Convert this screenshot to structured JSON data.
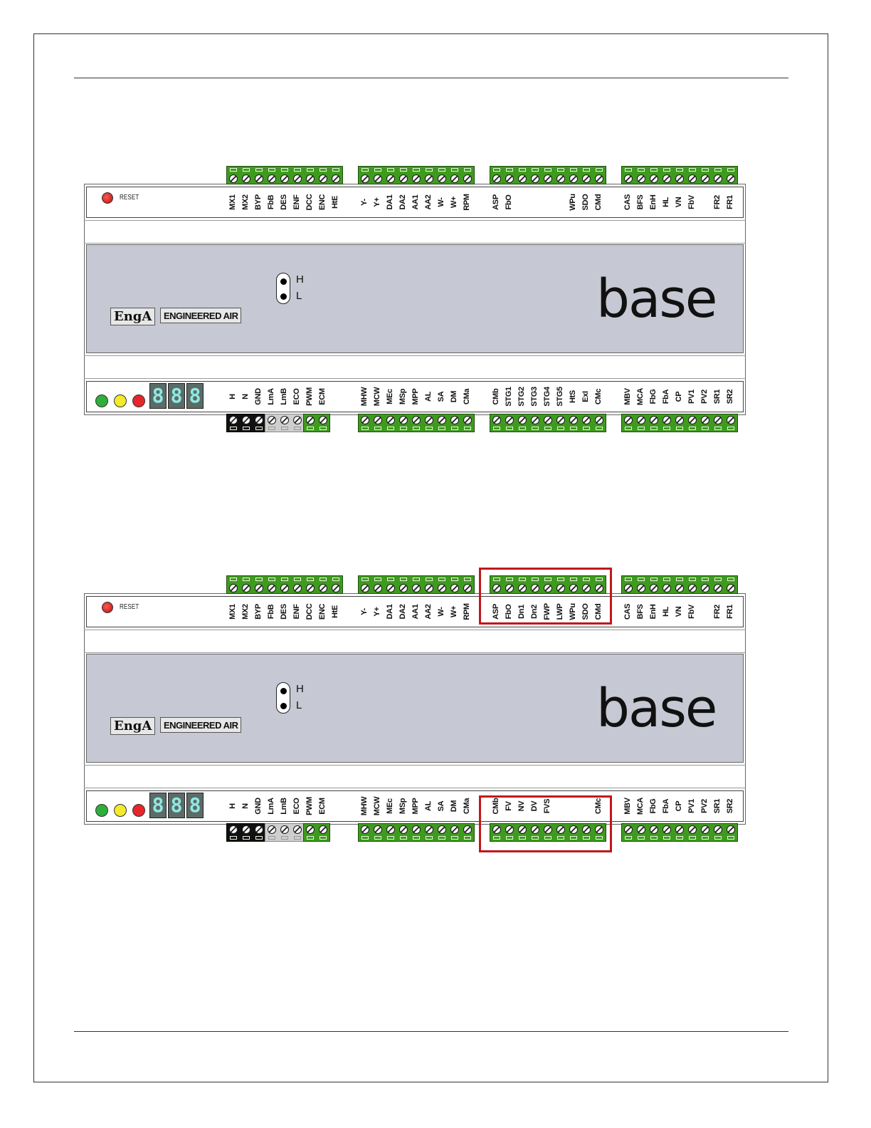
{
  "reset_label": "RESET",
  "jumper": {
    "high": "H",
    "low": "L"
  },
  "logo": {
    "enga": "EngA",
    "engineered_air": "ENGINEERED AIR"
  },
  "brand": "base",
  "display_digits": [
    "8",
    "8",
    "8"
  ],
  "leds": [
    {
      "name": "green-led",
      "color": "#2fae3a"
    },
    {
      "name": "yellow-led",
      "color": "#f2ea2a"
    },
    {
      "name": "red-led",
      "color": "#e6262b"
    }
  ],
  "boards": [
    {
      "top_groups": [
        [
          "MX1",
          "MX2",
          "BYP",
          "FbB",
          "DES",
          "ENF",
          "DCC",
          "ENC",
          "HtE"
        ],
        [
          "Y-",
          "Y+",
          "DA1",
          "DA2",
          "AA1",
          "AA2",
          "W-",
          "W+",
          "RPM"
        ],
        [
          "ASP",
          "FbO",
          "",
          "",
          "",
          "",
          "WPu",
          "SDO",
          "CMd"
        ],
        [
          "CAS",
          "BFS",
          "EnH",
          "HL",
          "VN",
          "FbV",
          "",
          "FR2",
          "FR1"
        ]
      ],
      "bottom_groups": [
        [
          "H",
          "N",
          "GND"
        ],
        [
          "LmA",
          "LmB",
          "ECO"
        ],
        [
          "PWM",
          "ECM"
        ],
        [
          "MHW",
          "MCW",
          "MEc",
          "MSp",
          "MPP",
          "AL",
          "SA",
          "DM",
          "CMa"
        ],
        [
          "CMb",
          "STG1",
          "STG2",
          "STG3",
          "STG4",
          "STG5",
          "HtS",
          "ExI",
          "CMc"
        ],
        [
          "MBV",
          "MCA",
          "FbG",
          "FbA",
          "CP",
          "PV1",
          "PV2",
          "SR1",
          "SR2"
        ]
      ]
    },
    {
      "top_groups": [
        [
          "MX1",
          "MX2",
          "BYP",
          "FbB",
          "DES",
          "ENF",
          "DCC",
          "ENC",
          "HtE"
        ],
        [
          "Y-",
          "Y+",
          "DA1",
          "DA2",
          "AA1",
          "AA2",
          "W-",
          "W+",
          "RPM"
        ],
        [
          "ASP",
          "FbO",
          "Dn1",
          "Dn2",
          "FWP",
          "LWP",
          "WPu",
          "SDO",
          "CMd"
        ],
        [
          "CAS",
          "BFS",
          "EnH",
          "HL",
          "VN",
          "FbV",
          "",
          "FR2",
          "FR1"
        ]
      ],
      "bottom_groups": [
        [
          "H",
          "N",
          "GND"
        ],
        [
          "LmA",
          "LmB",
          "ECO"
        ],
        [
          "PWM",
          "ECM"
        ],
        [
          "MHW",
          "MCW",
          "MEc",
          "MSp",
          "MPP",
          "AL",
          "SA",
          "DM",
          "CMa"
        ],
        [
          "CMb",
          "FV",
          "NV",
          "DV",
          "FVS",
          "",
          "",
          "",
          "CMc"
        ],
        [
          "MBV",
          "MCA",
          "FbG",
          "FbA",
          "CP",
          "PV1",
          "PV2",
          "SR1",
          "SR2"
        ]
      ]
    }
  ]
}
